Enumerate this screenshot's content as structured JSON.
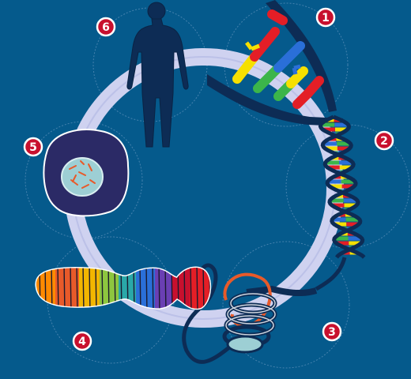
{
  "colors": {
    "background": "#055a8c",
    "ring": "#cfd2f0",
    "dark_navy": "#0d2c55",
    "badge_fill": "#c8102e",
    "badge_stroke": "#ffffff",
    "cell": "#2b2a66",
    "nucleus": "#9dcfd4",
    "base_colors": [
      "#e41e26",
      "#2a6fd8",
      "#f6e000",
      "#3cb54a"
    ]
  },
  "steps": [
    {
      "number": "1"
    },
    {
      "number": "2"
    },
    {
      "number": "3"
    },
    {
      "number": "4"
    },
    {
      "number": "5"
    },
    {
      "number": "6"
    }
  ],
  "icons": {
    "human": "human-body-silhouette-icon",
    "dna_closeup": "dna-base-pairs-icon",
    "double_helix": "dna-double-helix-icon",
    "nucleosome": "nucleosome-coil-icon",
    "chromosome": "chromosome-icon",
    "cell": "cell-nucleus-icon"
  }
}
